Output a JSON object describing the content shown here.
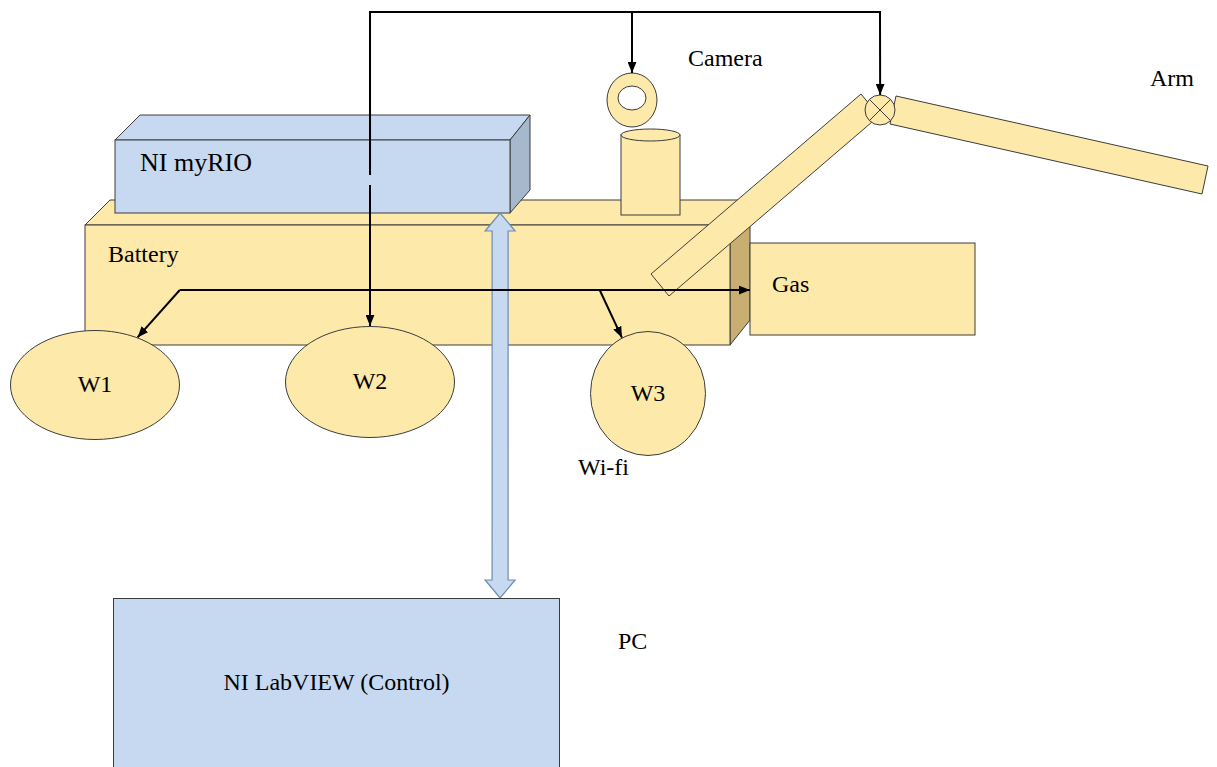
{
  "diagram": {
    "nodes": [
      {
        "text": [
          "Camera"
        ]
      },
      {
        "text": [
          "Arm"
        ]
      },
      {
        "text": [
          "NI myRIO"
        ]
      },
      {
        "text": [
          "Battery"
        ]
      },
      {
        "text": [
          "Gas"
        ]
      },
      {
        "text": [
          "W1"
        ]
      },
      {
        "text": [
          "W2"
        ]
      },
      {
        "text": [
          "W3"
        ]
      },
      {
        "text": [
          "NI LabVIEW (Control)",
          "PC"
        ]
      }
    ],
    "edges": [
      {
        "from": 2,
        "to": 0,
        "arrow": "to"
      },
      {
        "from": 2,
        "to": 1,
        "arrow": "to"
      },
      {
        "from": 2,
        "to": 6,
        "arrow": "to"
      },
      {
        "from": 2,
        "to": 8,
        "label": "Wi-fi",
        "arrow": "both"
      },
      {
        "from": 3,
        "to": 4,
        "arrow": "to"
      },
      {
        "from": 3,
        "to": 5,
        "arrow": "to"
      },
      {
        "from": 3,
        "to": 7,
        "arrow": "to"
      }
    ]
  }
}
